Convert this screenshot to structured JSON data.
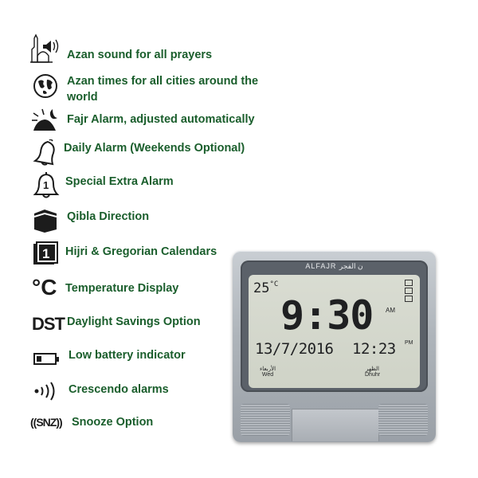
{
  "features": [
    {
      "icon": "mosque-speaker-icon",
      "label": "Azan sound for all prayers"
    },
    {
      "icon": "globe-icon",
      "label": "Azan times for all cities around the world"
    },
    {
      "icon": "fajr-alarm-icon",
      "label": "Fajr Alarm, adjusted automatically"
    },
    {
      "icon": "bell-icon",
      "label": "Daily Alarm (Weekends Optional)"
    },
    {
      "icon": "bell-one-icon",
      "label": "Special Extra Alarm"
    },
    {
      "icon": "kaaba-icon",
      "label": "Qibla Direction"
    },
    {
      "icon": "calendar-icon",
      "label": "Hijri & Gregorian Calendars"
    },
    {
      "icon": "celsius-icon",
      "label": "Temperature Display"
    },
    {
      "icon": "dst-icon",
      "label": "Daylight Savings Option"
    },
    {
      "icon": "battery-low-icon",
      "label": "Low battery indicator"
    },
    {
      "icon": "crescendo-icon",
      "label": "Crescendo alarms"
    },
    {
      "icon": "snooze-icon",
      "label": "Snooze Option"
    }
  ],
  "icons": {
    "celsius": "°C",
    "dst": "DST",
    "snooze": "((SNZ))",
    "calendar_digit": "1"
  },
  "clock": {
    "brand": "ALFAJR ﻥ الفجر",
    "temperature": "25",
    "temperature_unit": "°C",
    "time": "9:30",
    "am": "AM",
    "date": "13/7/2016",
    "prayer_time": "12:23",
    "pm": "PM",
    "day_ar": "الأربعاء",
    "day": "Wed",
    "prayer_ar": "الظهر",
    "prayer": "Dhuhr"
  },
  "colors": {
    "label": "#1a5e2c",
    "icon": "#1c1c1c"
  }
}
